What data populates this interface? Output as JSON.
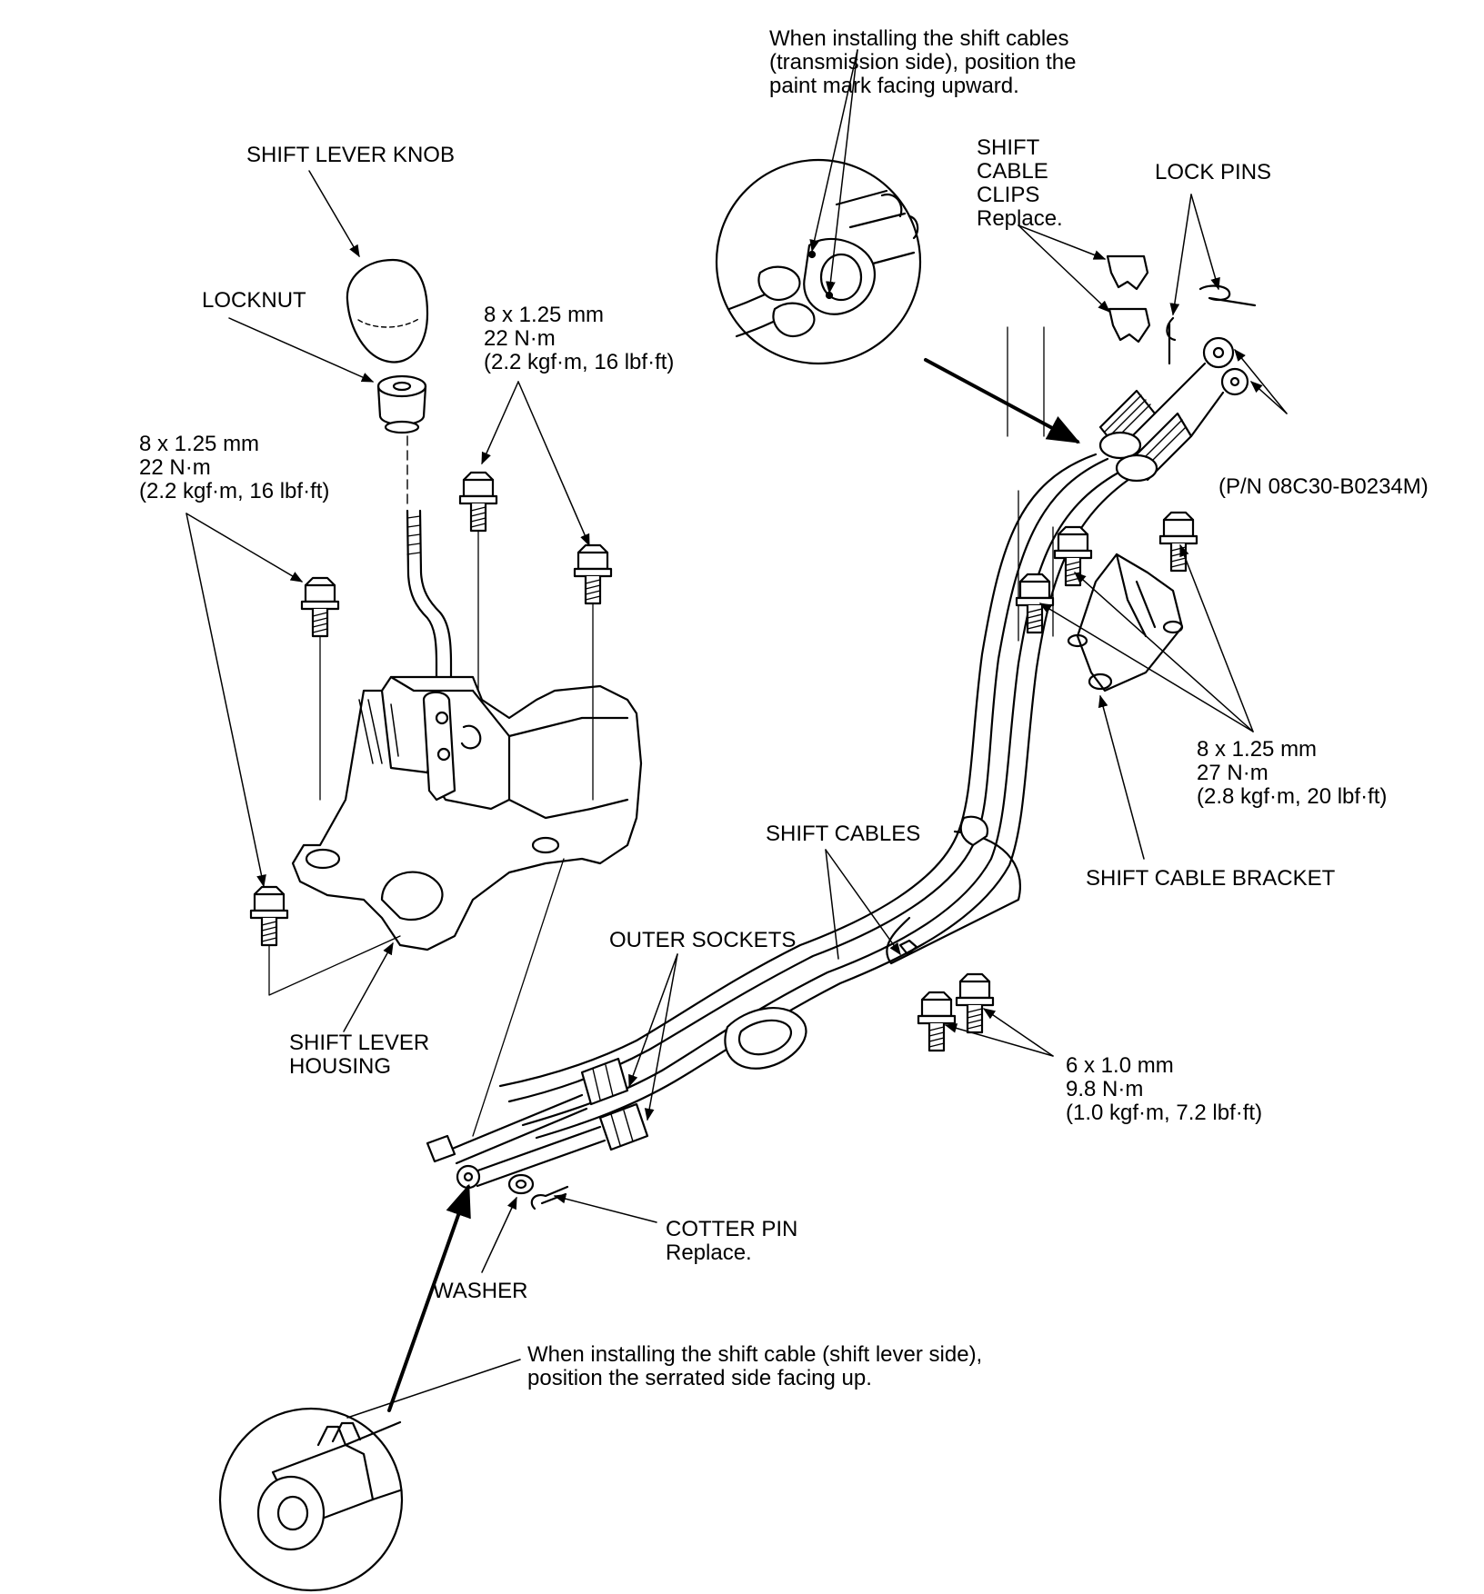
{
  "colors": {
    "ink": "#000000",
    "paper": "#ffffff"
  },
  "labels": {
    "note_transmission_side": [
      "When installing the shift cables",
      "(transmission side), position the",
      "paint mark facing upward."
    ],
    "shift_cable_clips": [
      "SHIFT",
      "CABLE",
      "CLIPS",
      "Replace."
    ],
    "lock_pins": "LOCK PINS",
    "part_number": "(P/N 08C30-B0234M)",
    "shift_lever_knob": "SHIFT LEVER KNOB",
    "locknut": "LOCKNUT",
    "torque_housing_right": [
      "8 x 1.25 mm",
      "22 N·m",
      "(2.2 kgf·m, 16 lbf·ft)"
    ],
    "torque_housing_left": [
      "8 x 1.25 mm",
      "22 N·m",
      "(2.2 kgf·m, 16 lbf·ft)"
    ],
    "torque_bracket": [
      "8 x 1.25 mm",
      "27 N·m",
      "(2.8 kgf·m, 20 lbf·ft)"
    ],
    "shift_cable_bracket": "SHIFT CABLE BRACKET",
    "shift_cables": "SHIFT CABLES",
    "outer_sockets": "OUTER SOCKETS",
    "shift_lever_housing": [
      "SHIFT LEVER",
      "HOUSING"
    ],
    "torque_clamp": [
      "6 x 1.0 mm",
      "9.8 N·m",
      "(1.0 kgf·m, 7.2 lbf·ft)"
    ],
    "cotter_pin": [
      "COTTER PIN",
      "Replace."
    ],
    "washer": "WASHER",
    "note_lever_side": [
      "When installing the shift cable (shift lever side),",
      "position the serrated side facing up."
    ]
  }
}
